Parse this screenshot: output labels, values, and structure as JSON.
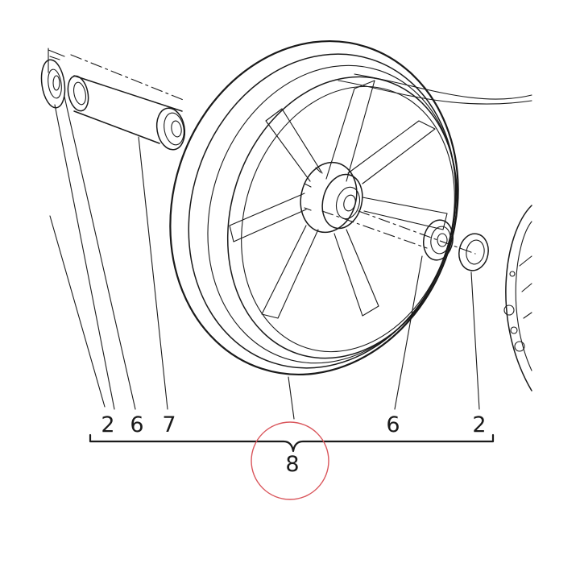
{
  "callouts": {
    "left_seal": "2",
    "left_bearing": "6",
    "spacer": "7",
    "right_bearing": "6",
    "right_seal": "2",
    "wheel_assembly": "8"
  },
  "colors": {
    "line": "#1a1a1a",
    "highlight_circle": "#d9555b",
    "background": "#ffffff"
  }
}
